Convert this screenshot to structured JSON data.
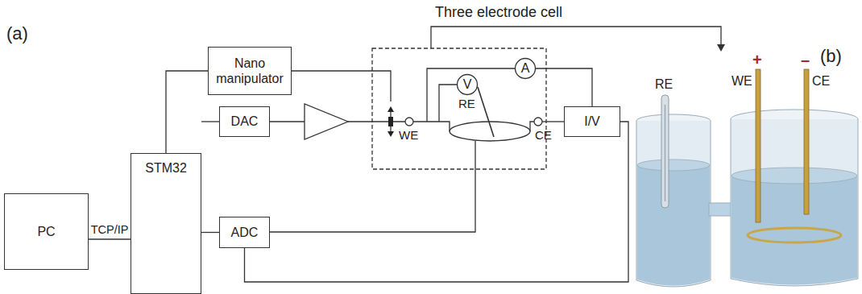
{
  "diagram": {
    "nodes": [
      {
        "text": [
          "PC"
        ]
      },
      {
        "text": [
          "STM32"
        ]
      },
      {
        "text": [
          "Nano manipulator"
        ]
      },
      {
        "text": [
          "DAC"
        ]
      },
      {
        "text": [
          "ADC"
        ]
      },
      {
        "text": [
          "A"
        ]
      },
      {
        "text": [
          "V"
        ]
      },
      {
        "text": [
          "I/V"
        ]
      }
    ],
    "edges": [
      {
        "from": 0,
        "to": 1,
        "label": "TCP/IP",
        "arrow": "none"
      },
      {
        "from": 1,
        "to": 2,
        "arrow": "none"
      },
      {
        "from": 1,
        "to": 3,
        "arrow": "none"
      },
      {
        "from": 1,
        "to": 4,
        "arrow": "none"
      },
      {
        "from": 5,
        "to": 7,
        "arrow": "none"
      },
      {
        "from": 7,
        "to": 4,
        "arrow": "none"
      }
    ],
    "labels": [
      "(a)",
      "Three electrode cell",
      "WE",
      "RE",
      "CE",
      "(b)",
      "RE",
      "WE",
      "+",
      "CE",
      "–"
    ]
  }
}
